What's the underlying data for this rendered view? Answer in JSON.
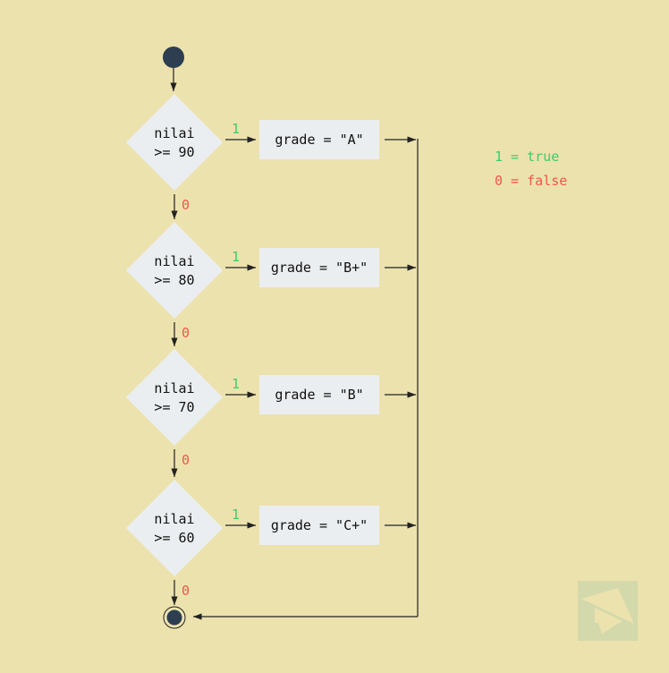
{
  "decisions": [
    {
      "line1": "nilai",
      "line2": ">= 90",
      "true_label": "1",
      "false_label": "0",
      "action": "grade = \"A\""
    },
    {
      "line1": "nilai",
      "line2": ">= 80",
      "true_label": "1",
      "false_label": "0",
      "action": "grade = \"B+\""
    },
    {
      "line1": "nilai",
      "line2": ">= 70",
      "true_label": "1",
      "false_label": "0",
      "action": "grade = \"B\""
    },
    {
      "line1": "nilai",
      "line2": ">= 60",
      "true_label": "1",
      "false_label": "0",
      "action": "grade = \"C+\""
    }
  ],
  "legend": {
    "true_text": "1 = true",
    "false_text": "0 = false"
  },
  "colors": {
    "background": "#ece2ae",
    "node": "#ebeef0",
    "start": "#2c3e50",
    "true": "#3ecb6e",
    "false": "#f2564b"
  }
}
